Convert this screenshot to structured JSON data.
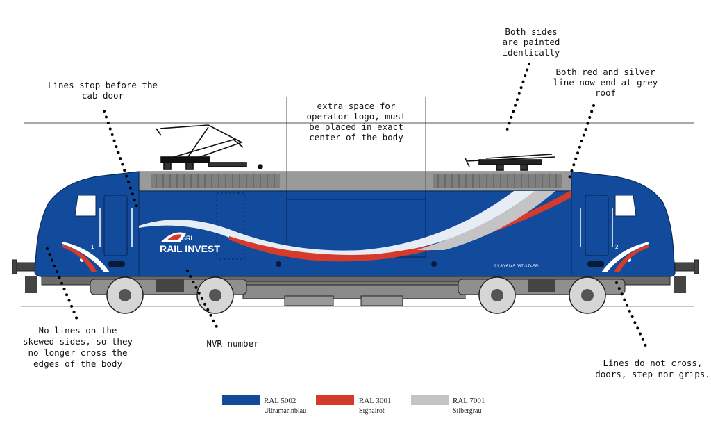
{
  "colors": {
    "body_blue": "#124b9c",
    "red": "#d63a2b",
    "silver": "#c4c4c6",
    "roof_grey": "#9a9a9a"
  },
  "locomotive": {
    "logo_main": "RAIL INVEST",
    "logo_small": "SRI",
    "nvr_number": "91 80 6145 087-3 D-SRI",
    "cab_1": "1",
    "cab_2": "2"
  },
  "annotations": [
    {
      "id": "both_sides",
      "lines": [
        "Both sides",
        "are painted",
        "identically"
      ]
    },
    {
      "id": "red_silver",
      "lines": [
        "Both red and silver",
        "line now end at grey",
        "roof"
      ]
    },
    {
      "id": "lines_stop",
      "lines": [
        "Lines stop before the",
        "cab door"
      ]
    },
    {
      "id": "extra_space",
      "lines": [
        "extra space for",
        "operator logo, must",
        "be placed in exact",
        "center of the body"
      ]
    },
    {
      "id": "no_lines_skewed",
      "lines": [
        "No lines on the",
        "skewed sides, so they",
        "no longer cross the",
        "edges of the body"
      ]
    },
    {
      "id": "nvr",
      "lines": [
        "NVR number"
      ]
    },
    {
      "id": "no_cross",
      "lines": [
        "Lines do not cross,",
        "doors, step nor grips."
      ]
    }
  ],
  "legend": [
    {
      "code": "RAL 5002",
      "name": "Ultramarinblau",
      "color": "#124b9c"
    },
    {
      "code": "RAL 3001",
      "name": "Signalrot",
      "color": "#d63a2b"
    },
    {
      "code": "RAL 7001",
      "name": "Silbergrau",
      "color": "#c4c4c6"
    }
  ]
}
